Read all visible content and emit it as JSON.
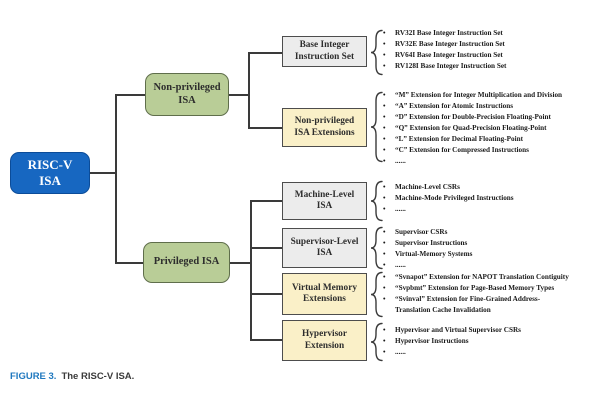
{
  "colors": {
    "root_blue": "#1767c1",
    "root_blue_border": "#0b4c99",
    "level1_green": "#b9cd97",
    "level1_green_border": "#5f6e4b",
    "ext_yellow": "#faf0c8",
    "isa_gray": "#ececec",
    "node_border": "#4d4d4d",
    "line": "#3a3a3a",
    "caption_blue": "#1f78bf"
  },
  "root": {
    "line1": "RISC-V",
    "line2": "ISA"
  },
  "branches": {
    "non_privileged": {
      "line1": "Non-privileged",
      "line2": "ISA"
    },
    "privileged": {
      "line1": "Privileged ISA"
    }
  },
  "nodes": {
    "base_integer": {
      "line1": "Base Integer",
      "line2": "Instruction Set",
      "items": [
        "RV32I Base Integer Instruction Set",
        "RV32E Base Integer Instruction Set",
        "RV64I Base Integer Instruction Set",
        "RV128I Base Integer Instruction Set"
      ]
    },
    "np_extensions": {
      "line1": "Non-privileged",
      "line2": "ISA Extensions",
      "items": [
        "“M” Extension for Integer Multiplication and Division",
        "“A” Extension for Atomic Instructions",
        "“D” Extension for Double-Precision Floating-Point",
        "“Q” Extension for Quad-Precision Floating-Point",
        "“L” Extension for Decimal Floating-Point",
        "“C” Extension for Compressed Instructions",
        "......"
      ]
    },
    "machine": {
      "line1": "Machine-Level",
      "line2": "ISA",
      "items": [
        "Machine-Level CSRs",
        "Machine-Mode Privileged Instructions",
        "......"
      ]
    },
    "supervisor": {
      "line1": "Supervisor-Level",
      "line2": "ISA",
      "items": [
        "Supervisor CSRs",
        "Supervisor Instructions",
        "Virtual-Memory Systems",
        "......"
      ]
    },
    "virtual_memory": {
      "line1": "Virtual Memory",
      "line2": "Extensions",
      "items": [
        "“Svnapot” Extension for NAPOT Translation Contiguity",
        "“Svpbmt” Extension for Page-Based Memory Types",
        "“Svinval” Extension for Fine-Grained Address-\nTranslation Cache Invalidation"
      ]
    },
    "hypervisor": {
      "line1": "Hypervisor",
      "line2": "Extension",
      "items": [
        "Hypervisor and Virtual Supervisor CSRs",
        "Hypervisor Instructions",
        "......"
      ]
    }
  },
  "caption": {
    "label": "FIGURE 3.",
    "text": "The RISC-V ISA."
  }
}
